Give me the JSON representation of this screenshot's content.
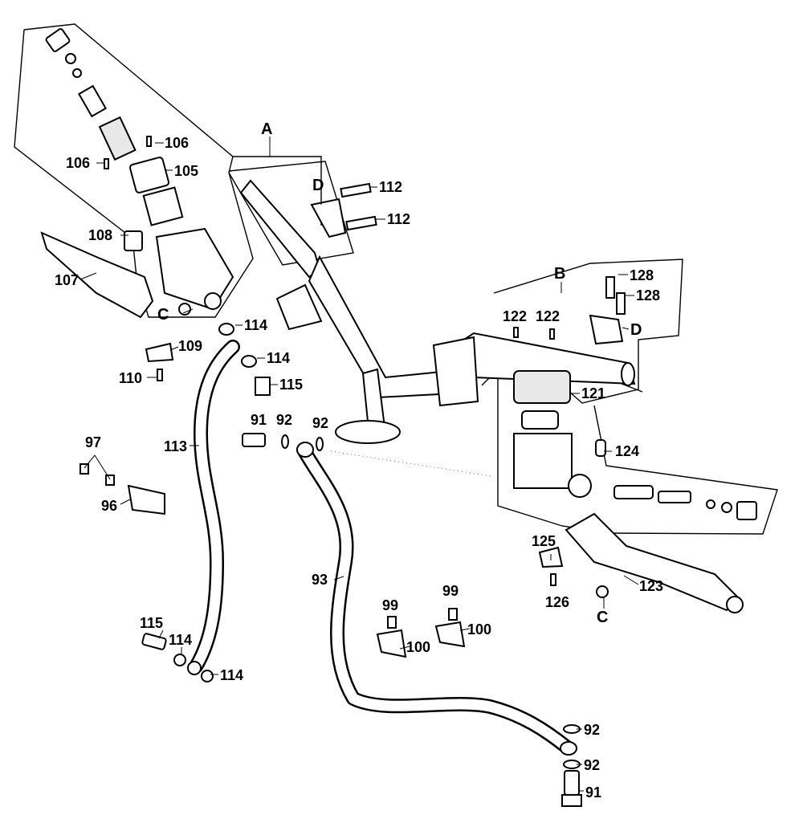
{
  "callouts": {
    "A": "A",
    "B": "B",
    "C_left": "C",
    "C_right": "C",
    "D_left": "D",
    "D_right": "D",
    "l106a": "106",
    "l106b": "106",
    "l105": "105",
    "l108": "108",
    "l107": "107",
    "l109": "109",
    "l110": "110",
    "l114a": "114",
    "l114b": "114",
    "l115a": "115",
    "l112a": "112",
    "l112b": "112",
    "l128a": "128",
    "l128b": "128",
    "l122a": "122",
    "l122b": "122",
    "l121": "121",
    "l124": "124",
    "l91a": "91",
    "l92a": "92",
    "l92b": "92",
    "l97": "97",
    "l96": "96",
    "l113": "113",
    "l93": "93",
    "l99a": "99",
    "l99b": "99",
    "l100a": "100",
    "l100b": "100",
    "l125": "125",
    "l126": "126",
    "l123": "123",
    "l115b": "115",
    "l114c": "114",
    "l114d": "114",
    "l92c": "92",
    "l92d": "92",
    "l91b": "91"
  }
}
